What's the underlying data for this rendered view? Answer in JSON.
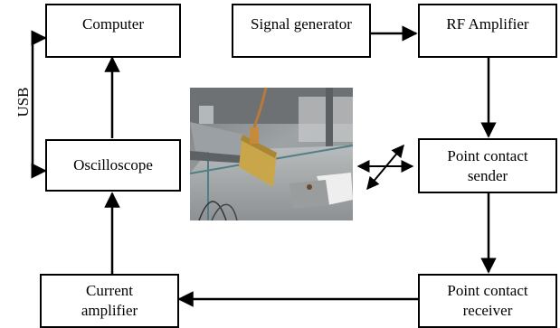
{
  "diagram": {
    "nodes": {
      "computer": "Computer",
      "signal_generator": "Signal generator",
      "rf_amplifier": "RF Amplifier",
      "oscilloscope": "Oscilloscope",
      "point_contact_sender_line1": "Point contact",
      "point_contact_sender_line2": "sender",
      "current_amplifier_line1": "Current",
      "current_amplifier_line2": "amplifier",
      "point_contact_receiver_line1": "Point contact",
      "point_contact_receiver_line2": "receiver"
    },
    "usb_label": "USB",
    "edges": [
      {
        "from": "signal_generator",
        "to": "rf_amplifier"
      },
      {
        "from": "rf_amplifier",
        "to": "point_contact_sender"
      },
      {
        "from": "point_contact_sender",
        "to": "point_contact_receiver"
      },
      {
        "from": "point_contact_receiver",
        "to": "current_amplifier"
      },
      {
        "from": "current_amplifier",
        "to": "oscilloscope"
      },
      {
        "from": "oscilloscope",
        "to": "computer"
      },
      {
        "from": "computer",
        "to": "oscilloscope",
        "label": "USB",
        "bidirectional": true
      }
    ],
    "photo": "experimental setup photograph"
  }
}
